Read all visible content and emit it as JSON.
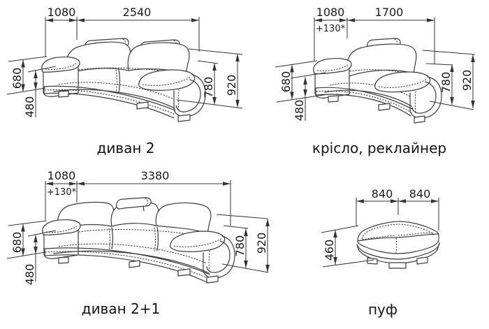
{
  "colors": {
    "background": "#ffffff",
    "drawing_line": "#3c3c3c",
    "dimension_line": "#333333",
    "text": "#1b1b1b"
  },
  "panels": [
    {
      "name": "sofa-2",
      "caption": "диван 2",
      "top_dims": [
        "1080",
        "2540"
      ],
      "left_dims": [
        "680",
        "480"
      ],
      "right_dims": [
        "780",
        "920"
      ]
    },
    {
      "name": "armchair-recliner",
      "caption": "крісло, реклайнер",
      "top_dims": [
        "1080",
        "1700"
      ],
      "top_note": "+130*",
      "left_dims": [
        "680",
        "480"
      ],
      "right_dims": [
        "780",
        "920"
      ]
    },
    {
      "name": "sofa-2-plus-1",
      "caption": "диван 2+1",
      "top_dims": [
        "1080",
        "3380"
      ],
      "top_note": "+130*",
      "left_dims": [
        "680",
        "480"
      ],
      "right_dims": [
        "780",
        "920"
      ]
    },
    {
      "name": "pouf",
      "caption": "пуф",
      "top_dims": [
        "840",
        "840"
      ],
      "left_dims": [
        "460"
      ]
    }
  ]
}
